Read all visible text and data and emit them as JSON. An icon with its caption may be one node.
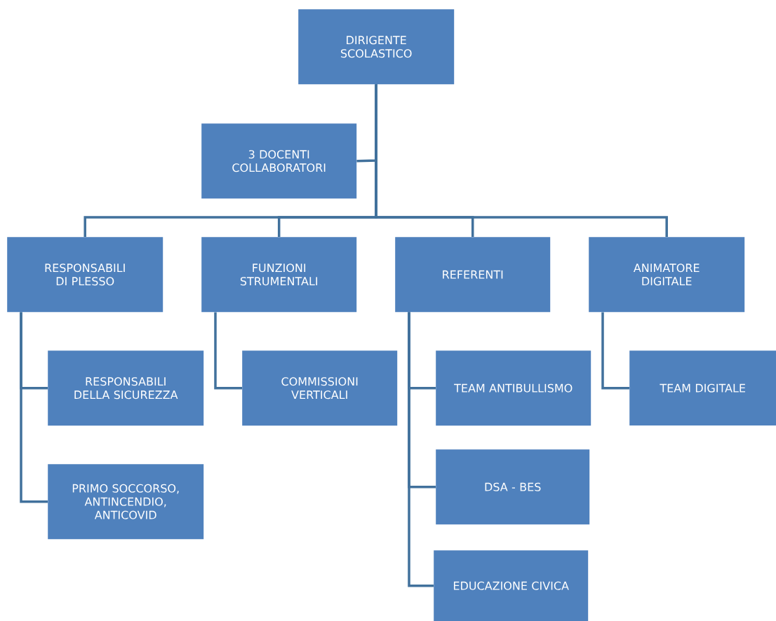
{
  "diagram": {
    "nodes": [
      {
        "text": [
          "DIRIGENTE SCOLASTICO"
        ]
      },
      {
        "text": [
          "3 DOCENTI COLLABORATORI"
        ]
      },
      {
        "text": [
          "RESPONSABILI DI PLESSO"
        ]
      },
      {
        "text": [
          "FUNZIONI STRUMENTALI"
        ]
      },
      {
        "text": [
          "REFERENTI"
        ]
      },
      {
        "text": [
          "ANIMATORE DIGITALE"
        ]
      },
      {
        "text": [
          "RESPONSABILI DELLA SICUREZZA"
        ]
      },
      {
        "text": [
          "PRIMO SOCCORSO, ANTINCENDIO, ANTICOVID"
        ]
      },
      {
        "text": [
          "COMMISSIONI VERTICALI"
        ]
      },
      {
        "text": [
          "TEAM ANTIBULLISMO"
        ]
      },
      {
        "text": [
          "DSA - BES"
        ]
      },
      {
        "text": [
          "EDUCAZIONE CIVICA"
        ]
      },
      {
        "text": [
          "TEAM DIGITALE"
        ]
      }
    ],
    "edges": [
      {
        "from": 0,
        "to": 1,
        "arrow": "none"
      },
      {
        "from": 0,
        "to": 2,
        "arrow": "none"
      },
      {
        "from": 0,
        "to": 3,
        "arrow": "none"
      },
      {
        "from": 0,
        "to": 4,
        "arrow": "none"
      },
      {
        "from": 0,
        "to": 5,
        "arrow": "none"
      },
      {
        "from": 2,
        "to": 6,
        "arrow": "none"
      },
      {
        "from": 2,
        "to": 7,
        "arrow": "none"
      },
      {
        "from": 3,
        "to": 8,
        "arrow": "none"
      },
      {
        "from": 4,
        "to": 9,
        "arrow": "none"
      },
      {
        "from": 4,
        "to": 10,
        "arrow": "none"
      },
      {
        "from": 4,
        "to": 11,
        "arrow": "none"
      },
      {
        "from": 5,
        "to": 12,
        "arrow": "none"
      }
    ]
  }
}
